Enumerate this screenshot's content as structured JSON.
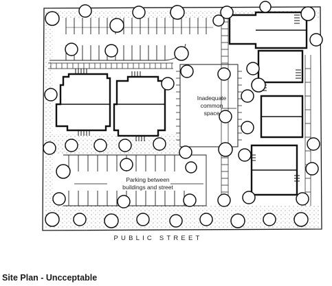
{
  "labels": {
    "common_space_line1": "Inadequate",
    "common_space_line2": "common",
    "common_space_line3": "space",
    "parking_line1": "Parking between",
    "parking_line2": "buildings and street",
    "street": "PUBLIC STREET"
  },
  "caption": "Site Plan - Uncceptable",
  "colors": {
    "ink": "#1a1a1a",
    "paper": "#ffffff"
  }
}
